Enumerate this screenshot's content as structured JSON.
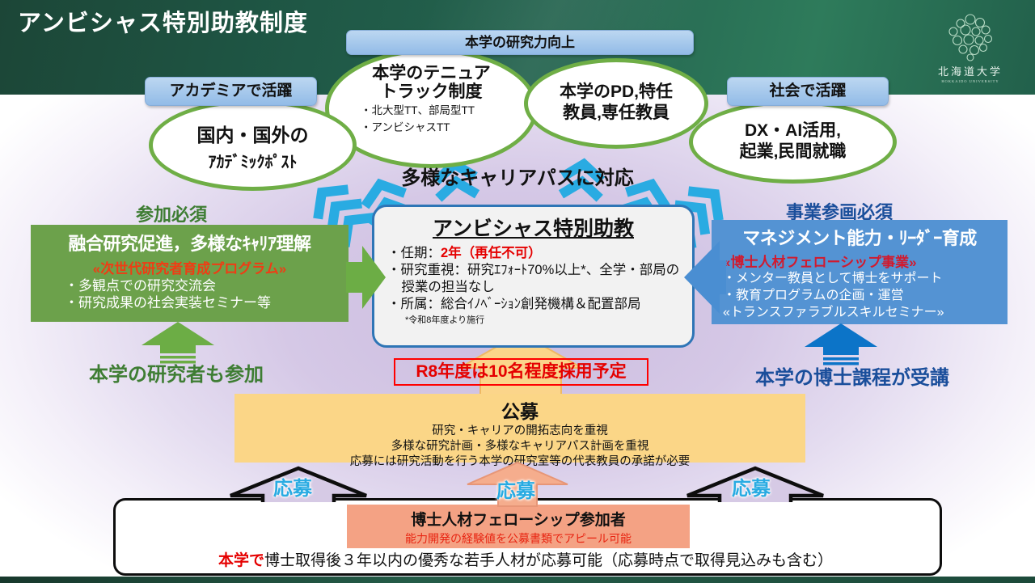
{
  "slide": {
    "title": "アンビシャス特別助教制度"
  },
  "logo": {
    "name_ja": "北海道大学",
    "name_en": "HOKKAIDO UNIVERSITY"
  },
  "top": {
    "banner_label": "本学の研究力向上",
    "academia_label": "アカデミアで活躍",
    "society_label": "社会で活躍",
    "ellipses": {
      "academic": {
        "line1": "国内・国外の",
        "line2": "ｱｶﾃﾞﾐｯｸﾎﾟｽﾄ"
      },
      "tenure": {
        "title1": "本学のテニュア",
        "title2": "トラック制度",
        "items": [
          "・北大型TT、部局型TT",
          "・アンビシャスTT"
        ]
      },
      "pd": {
        "line1": "本学のPD,特任",
        "line2": "教員,専任教員"
      },
      "dx": {
        "line1": "DX・AI活用,",
        "line2": "起業,民間就職"
      }
    },
    "career_note": "多様なキャリアパスに対応"
  },
  "center": {
    "title": "アンビシャス特別助教",
    "term_label": "・任期：",
    "term_value": "2年（再任不可）",
    "research": "・研究重視：研究ｴﾌｫｰﾄ70%以上*、全学・部局の授業の担当なし",
    "affiliation": "・所属：総合ｲﾉﾍﾞｰｼｮﾝ創発機構＆配置部局",
    "footnote": "*令和8年度より施行"
  },
  "left_program": {
    "requirement": "参加必須",
    "title": "融合研究促進，多様なｷｬﾘｱ理解",
    "subtitle": "«次世代研究者育成プログラム»",
    "items": [
      "・多観点での研究交流会",
      "・研究成果の社会実装セミナー等"
    ],
    "note": "本学の研究者も参加"
  },
  "right_program": {
    "requirement": "事業参画必須",
    "title": "マネジメント能力・ﾘｰﾀﾞｰ育成",
    "subtitle": "«博士人材フェローシップ事業»",
    "items": [
      "・メンター教員として博士をサポート",
      "・教育プログラムの企画・運営",
      "«トランスファラブルスキルセミナー»"
    ],
    "note": "本学の博士課程が受講"
  },
  "recruitment": {
    "quota_note": "R8年度は10名程度採用予定",
    "koubo_title": "公募",
    "koubo_lines": [
      "研究・キャリアの開拓志向を重視",
      "多様な研究計画・多様なキャリアパス計画を重視",
      "応募には研究活動を行う本学の研究室等の代表教員の承諾が必要"
    ],
    "apply_label": "応募"
  },
  "bottom": {
    "fellowship_title": "博士人材フェローシップ参加者",
    "fellowship_note": "能力開発の経験値を公募書類でアピール可能",
    "eligibility_em": "本学で",
    "eligibility_rest": "博士取得後３年以内の優秀な若手人材が応募可能（応募時点で取得見込みも含む）"
  },
  "colors": {
    "banner_green_dark": "#1c4637",
    "banner_green": "#2e7b5b",
    "label_blue": "#9dc3e6",
    "ellipse_border_green": "#6fae46",
    "chevron_blue": "#29abe2",
    "center_border_blue": "#2e75b6",
    "program_green": "#6ca14b",
    "program_blue": "#5493d3",
    "arrow_green": "#6cad45",
    "arrow_blue": "#0c74c8",
    "koubo_orange": "#fbd687",
    "fellowship_salmon": "#f4a284",
    "highlight_red": "#ff0000",
    "dark_green_text": "#3e7d33",
    "dark_blue_text": "#1a4e9b"
  }
}
